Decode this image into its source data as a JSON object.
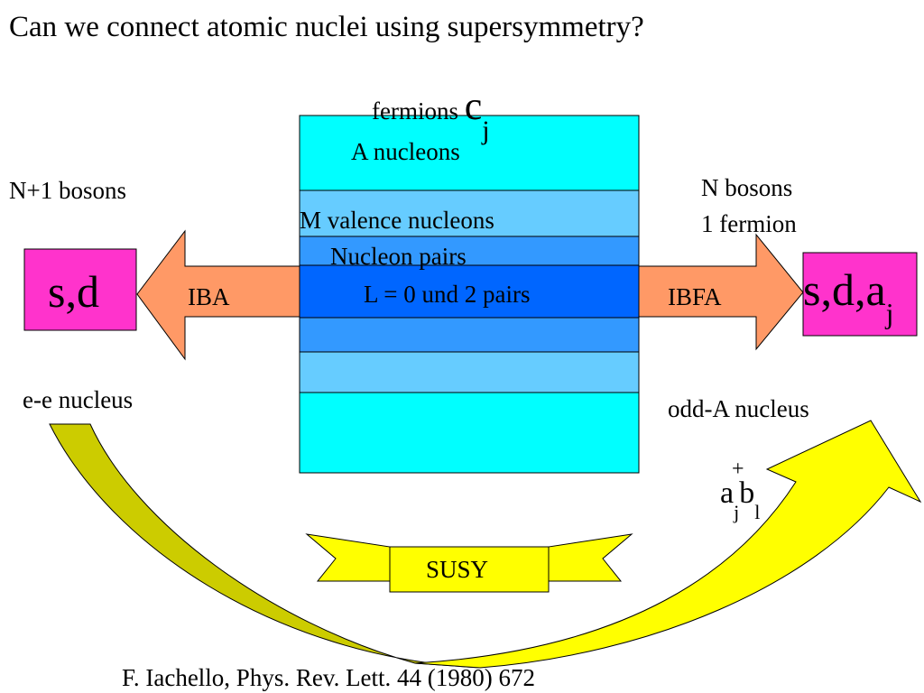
{
  "title": "Can we connect atomic nuclei using supersymmetry?",
  "fermions": {
    "label": "fermions",
    "symbol": "c",
    "subscript": "j"
  },
  "center_box": {
    "a_nucleons": "A nucleons",
    "valence": "M valence nucleons",
    "pairs": "Nucleon pairs",
    "l_pairs": "L = 0 und 2 pairs"
  },
  "left": {
    "bosons_label": "N+1 bosons",
    "box_text": "s,d",
    "arrow_label": "IBA",
    "nucleus_label": "e-e nucleus"
  },
  "right": {
    "bosons_label": "N bosons",
    "fermion_label": "1 fermion",
    "box_text": "s,d,a",
    "box_subscript": "j",
    "arrow_label": "IBFA",
    "nucleus_label": "odd-A nucleus"
  },
  "operator": {
    "a": "a",
    "a_sub": "j",
    "a_sup": "+",
    "b": "b",
    "b_sub": "l"
  },
  "susy_label": "SUSY",
  "reference": "F. Iachello, Phys. Rev. Lett. 44 (1980) 672",
  "colors": {
    "cyan": "#00FFFF",
    "light_blue": "#66CCFF",
    "mid_blue": "#3399FF",
    "dark_blue": "#0066FF",
    "magenta": "#FF33CC",
    "salmon": "#FF9966",
    "olive": "#CCCC00",
    "yellow": "#FFFF00"
  }
}
